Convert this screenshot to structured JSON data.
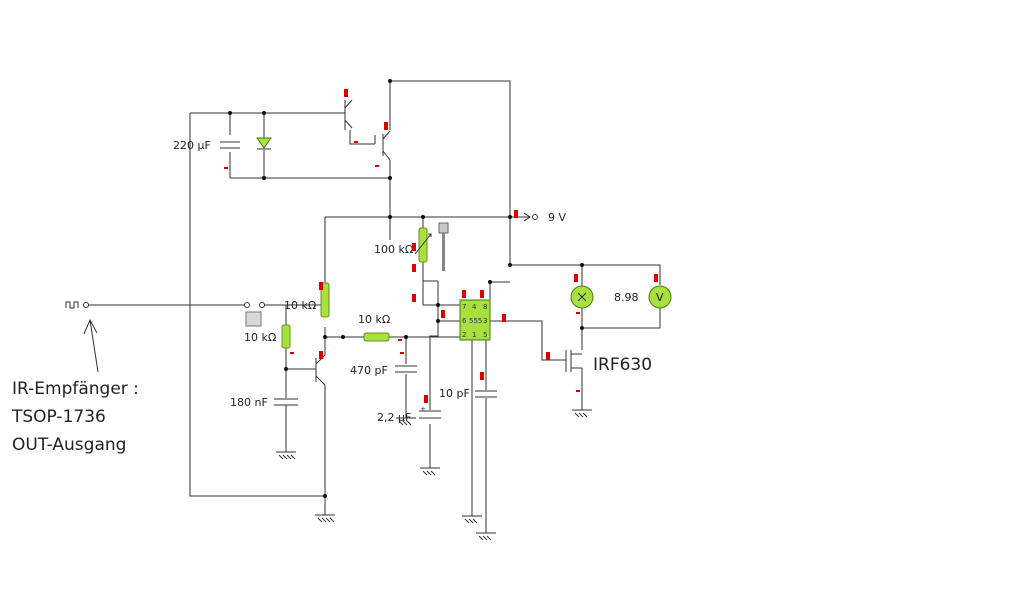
{
  "labels": {
    "cap_220uf": "220 µF",
    "supply": "9 V",
    "pot_100k": "100 kΩ",
    "res_10k_top": "10 kΩ",
    "res_10k_mid": "10 kΩ",
    "res_10k_left": "10 kΩ",
    "cap_470pf": "470 pF",
    "cap_180nf": "180 nF",
    "cap_2_2uf": "2,2 µF",
    "cap_10pf": "10 pF",
    "meter_reading": "8.98",
    "meter_symbol": "V",
    "mosfet": "IRF630"
  },
  "ic555": {
    "pins_top": [
      "7",
      "4",
      "8"
    ],
    "pins_mid_left": "6",
    "center": "555",
    "pins_mid_right": "3",
    "pins_bottom": [
      "2",
      "1",
      "5"
    ]
  },
  "note": {
    "line1": "IR-Empfänger :",
    "line2": "TSOP-1736",
    "line3": "OUT-Ausgang"
  }
}
